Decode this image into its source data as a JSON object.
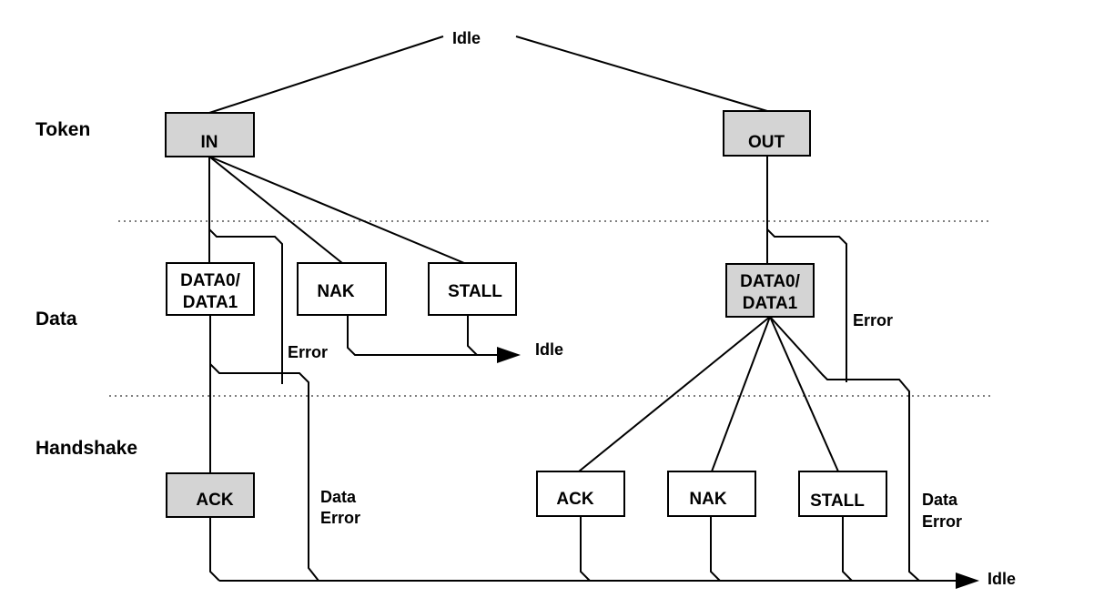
{
  "phases": {
    "token": "Token",
    "data": "Data",
    "handshake": "Handshake"
  },
  "idle": {
    "top": "Idle",
    "data_right": "Idle",
    "bottom": "Idle"
  },
  "in_branch": {
    "token": "IN",
    "data_line1": "DATA0/",
    "data_line2": "DATA1",
    "nak": "NAK",
    "stall": "STALL",
    "error": "Error",
    "ack": "ACK",
    "data_error_line1": "Data",
    "data_error_line2": "Error"
  },
  "out_branch": {
    "token": "OUT",
    "data_line1": "DATA0/",
    "data_line2": "DATA1",
    "error": "Error",
    "ack": "ACK",
    "nak": "NAK",
    "stall": "STALL",
    "data_error_line1": "Data",
    "data_error_line2": "Error"
  },
  "colors": {
    "host_packet_fill": "#d4d4d4",
    "device_packet_fill": "#ffffff",
    "stroke": "#000000"
  }
}
